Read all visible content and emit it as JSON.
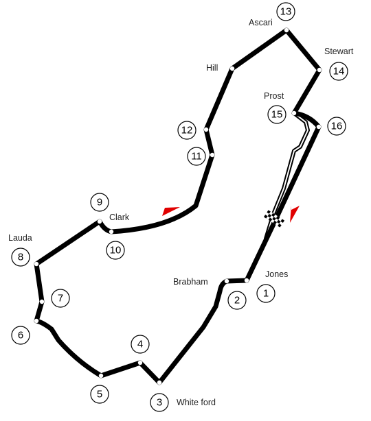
{
  "corners": [
    {
      "number": "1",
      "name": "Jones"
    },
    {
      "number": "2",
      "name": "Brabham"
    },
    {
      "number": "3",
      "name": "White ford"
    },
    {
      "number": "4",
      "name": ""
    },
    {
      "number": "5",
      "name": ""
    },
    {
      "number": "6",
      "name": ""
    },
    {
      "number": "7",
      "name": ""
    },
    {
      "number": "8",
      "name": "Lauda"
    },
    {
      "number": "9",
      "name": ""
    },
    {
      "number": "10",
      "name": "Clark"
    },
    {
      "number": "11",
      "name": ""
    },
    {
      "number": "12",
      "name": ""
    },
    {
      "number": "13",
      "name": "Ascari"
    },
    {
      "number": "14",
      "name": "Stewart"
    },
    {
      "number": "15",
      "name": "Prost"
    },
    {
      "number": "16",
      "name": ""
    }
  ],
  "colors": {
    "track": "#000000",
    "background": "#ffffff",
    "direction_arrow": "#e00000"
  },
  "icons": {
    "start_finish": "checkered-flag-icon",
    "direction": "direction-arrow-icon"
  }
}
